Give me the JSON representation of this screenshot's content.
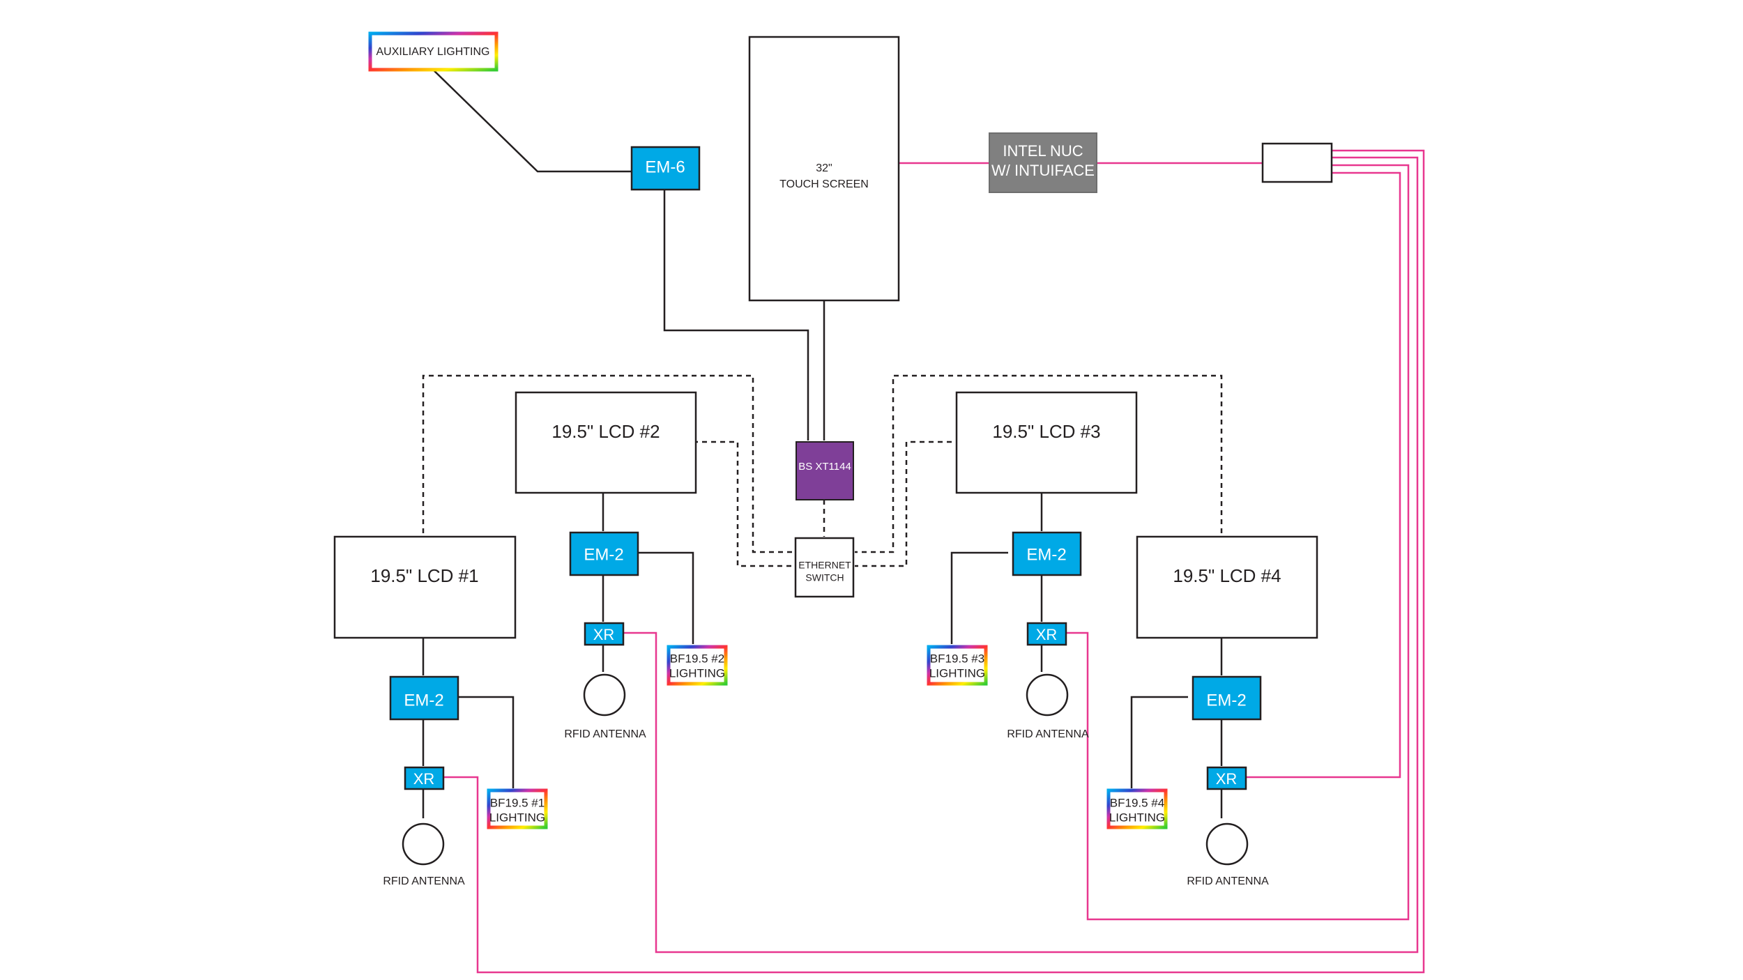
{
  "colors": {
    "em_fill": "#00a9e6",
    "em_stroke": "#231f20",
    "brightsign_fill": "#7f3f98",
    "nuc_fill": "#808080",
    "usb_wire": "#e8378f",
    "line": "#231f20",
    "rainbow": [
      "#ff0000",
      "#ff9900",
      "#ffee00",
      "#33cc33",
      "#00aaee",
      "#3344cc",
      "#aa33cc"
    ]
  },
  "auxiliary_lighting": {
    "label": "AUXILIARY LIGHTING"
  },
  "em6": {
    "label": "EM-6"
  },
  "touch_screen": {
    "line1": "32\"",
    "line2": "TOUCH SCREEN"
  },
  "nuc": {
    "line1": "INTEL NUC",
    "line2": "W/ INTUIFACE"
  },
  "brightsign": {
    "label": "BS XT1144"
  },
  "ethernet_switch": {
    "line1": "ETHERNET",
    "line2": "SWITCH"
  },
  "stations": [
    {
      "lcd": "19.5\" LCD #1",
      "em": "EM-2",
      "xr": "XR",
      "lighting_line1": "BF19.5 #1",
      "lighting_line2": "LIGHTING",
      "antenna": "RFID ANTENNA"
    },
    {
      "lcd": "19.5\" LCD #2",
      "em": "EM-2",
      "xr": "XR",
      "lighting_line1": "BF19.5 #2",
      "lighting_line2": "LIGHTING",
      "antenna": "RFID ANTENNA"
    },
    {
      "lcd": "19.5\" LCD #3",
      "em": "EM-2",
      "xr": "XR",
      "lighting_line1": "BF19.5 #3",
      "lighting_line2": "LIGHTING",
      "antenna": "RFID ANTENNA"
    },
    {
      "lcd": "19.5\" LCD #4",
      "em": "EM-2",
      "xr": "XR",
      "lighting_line1": "BF19.5 #4",
      "lighting_line2": "LIGHTING",
      "antenna": "RFID ANTENNA"
    }
  ]
}
